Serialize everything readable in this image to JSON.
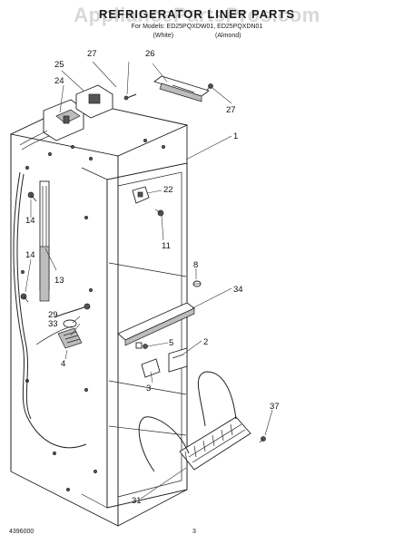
{
  "header": {
    "title": "REFRIGERATOR LINER PARTS",
    "models_line": "For Models: ED25PQXDW01, ED25PQXDN01",
    "color_white": "(White)",
    "color_almond": "(Almond)"
  },
  "watermark": "AppliancePartsPros.com",
  "callouts": [
    "1",
    "2",
    "3",
    "4",
    "5",
    "8",
    "11",
    "13",
    "14",
    "14",
    "22",
    "24",
    "25",
    "26",
    "27",
    "27",
    "29",
    "31",
    "33",
    "34",
    "37"
  ],
  "footer": {
    "doc_number": "4396000",
    "page_number": "3"
  }
}
